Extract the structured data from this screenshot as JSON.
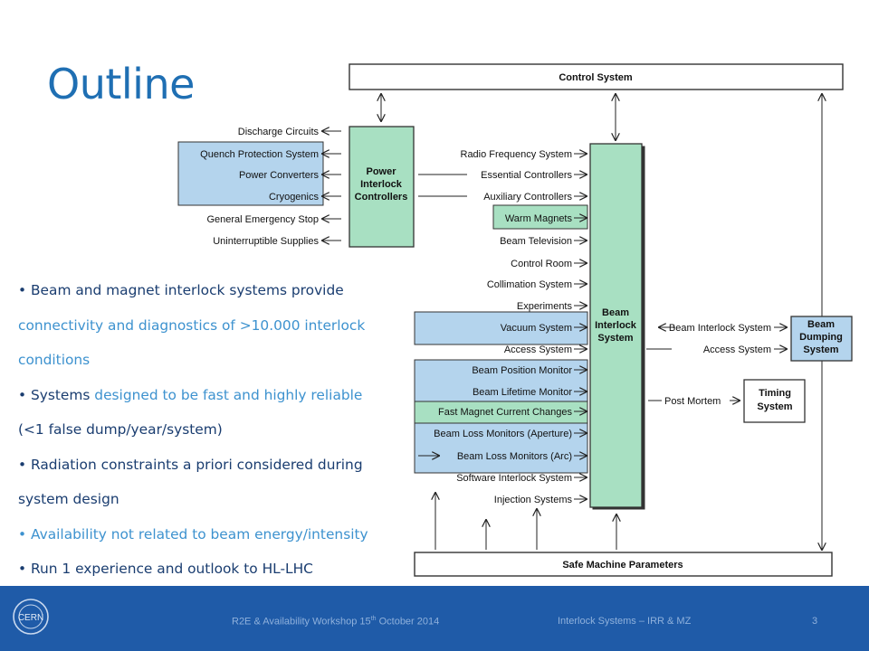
{
  "slide": {
    "title": "Outline",
    "bullets": [
      {
        "parts": [
          {
            "text": "Beam and magnet interlock systems provide",
            "style": "dark"
          },
          {
            "text": "connectivity and diagnostics of >10.000 interlock",
            "style": "light"
          },
          {
            "text": "conditions",
            "style": "light"
          }
        ]
      },
      {
        "parts": [
          {
            "text": "Systems ",
            "style": "dark"
          },
          {
            "text": "designed to be fast and highly reliable",
            "style": "light"
          },
          {
            "text": "(<1 false dump/year/system)",
            "style": "dark"
          }
        ]
      },
      {
        "parts": [
          {
            "text": "Radiation constraints a priori considered during",
            "style": "dark"
          },
          {
            "text": "system design",
            "style": "dark"
          }
        ]
      },
      {
        "parts": [
          {
            "text": "Availability not related to beam energy/intensity",
            "style": "light"
          }
        ]
      },
      {
        "parts": [
          {
            "text": "Run 1 experience and outlook to HL-LHC",
            "style": "dark"
          }
        ]
      }
    ]
  },
  "diagram": {
    "control_system": "Control System",
    "safe_machine_parameters": "Safe Machine Parameters",
    "pic_box": "Power Interlock Controllers",
    "bis_box": "Beam Interlock System",
    "bds_box": "Beam Dumping System",
    "timing_box": "Timing System",
    "pic_inputs": [
      "Discharge Circuits",
      "Quench Protection System",
      "Power Converters",
      "Cryogenics",
      "General Emergency Stop",
      "Uninterruptible Supplies"
    ],
    "bis_inputs": [
      "Radio Frequency System",
      "Essential Controllers",
      "Auxiliary Controllers",
      "Warm Magnets",
      "Beam Television",
      "Control Room",
      "Collimation System",
      "Experiments",
      "Vacuum System",
      "Access System",
      "Beam Position Monitor",
      "Beam Lifetime Monitor",
      "Fast Magnet Current Changes",
      "Beam Loss Monitors (Aperture)",
      "Beam Loss Monitors (Arc)",
      "Software Interlock System",
      "Injection Systems"
    ],
    "bds_inputs": [
      "Beam Interlock System",
      "Access System"
    ],
    "post_mortem": "Post Mortem"
  },
  "colors": {
    "title": "#1f6fb3",
    "bullet_dark": "#1a3d70",
    "bullet_light": "#3d92cf",
    "green_box": "#a8e0c2",
    "blue_box": "#b4d4ed",
    "footer": "#1f5ba8"
  },
  "footer": {
    "left": "R2E & Availability Workshop 15",
    "left_sup": "th",
    "left_end": " October 2014",
    "center": "Interlock Systems – IRR & MZ",
    "page": "3"
  },
  "logo_icon": "cern-logo-icon"
}
